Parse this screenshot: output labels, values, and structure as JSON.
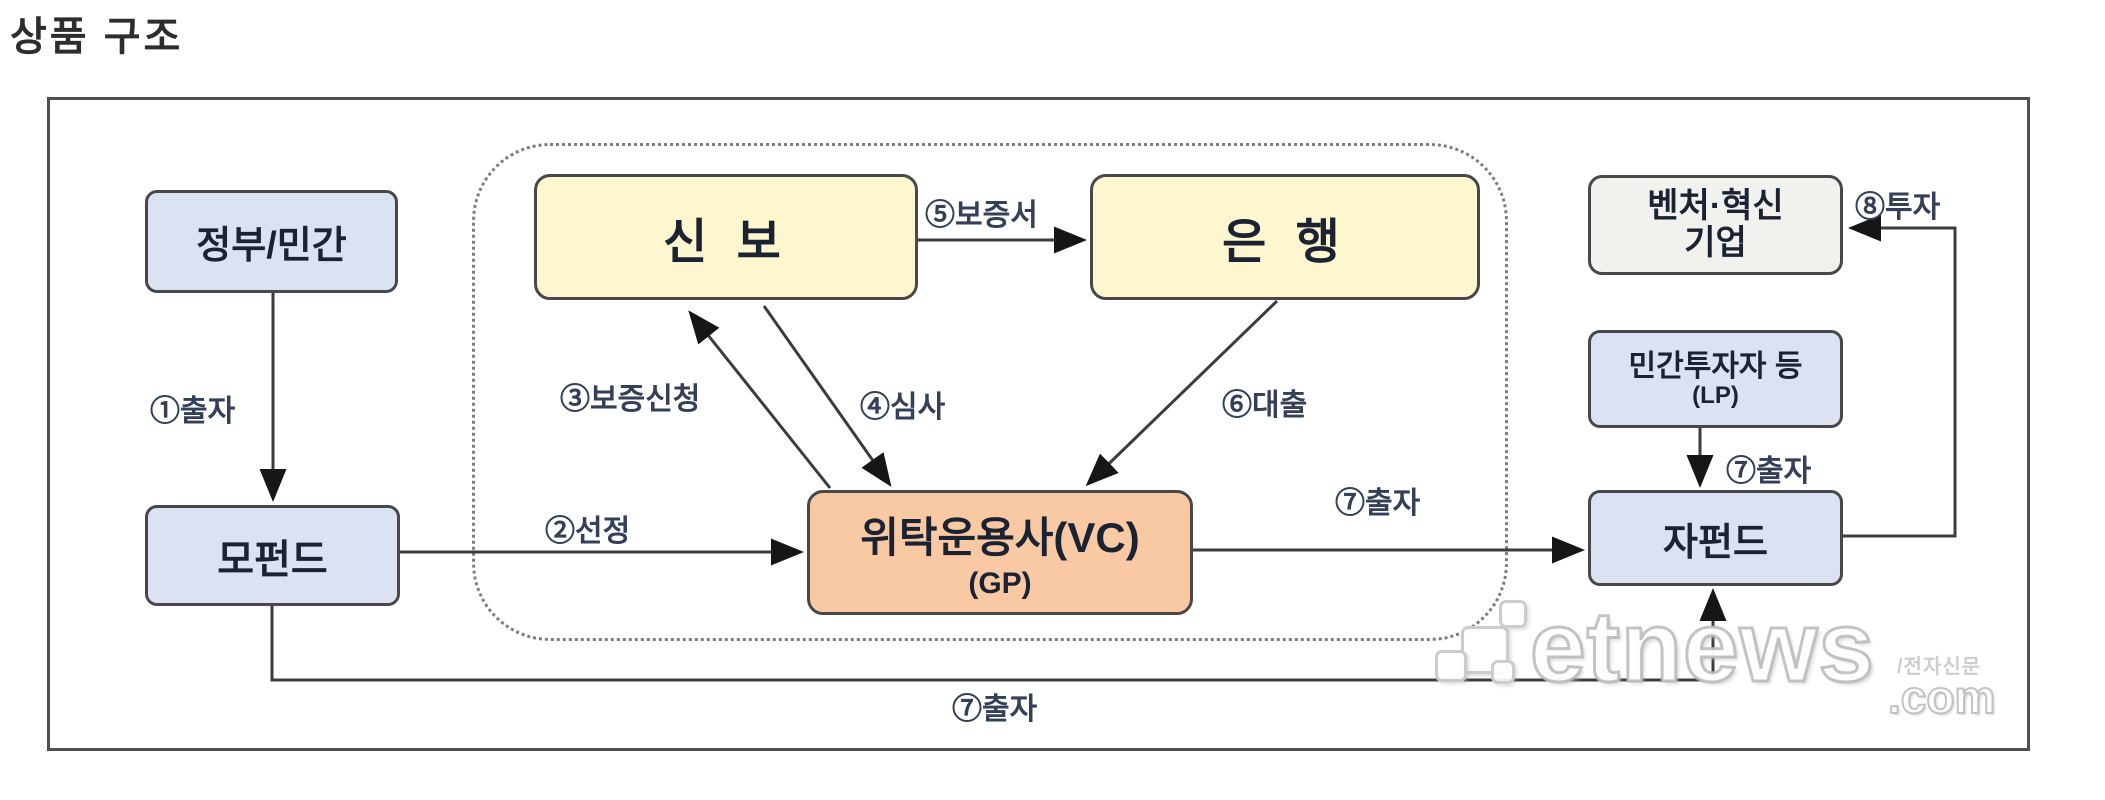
{
  "diagram": {
    "title": "상품 구조",
    "nodes": {
      "gov": {
        "label": "정부/민간"
      },
      "mother": {
        "label": "모펀드"
      },
      "shinbo": {
        "label": "신 보"
      },
      "bank": {
        "label": "은 행"
      },
      "vc": {
        "label": "위탁운용사(VC)",
        "sublabel": "(GP)"
      },
      "venture": {
        "label": "벤처·혁신",
        "label2": "기업"
      },
      "lp": {
        "label": "민간투자자 등",
        "sublabel": "(LP)"
      },
      "child": {
        "label": "자펀드"
      }
    },
    "edges": {
      "e1_gov_mother": {
        "label": "①출자"
      },
      "e2_mother_vc": {
        "label": "②선정"
      },
      "e3_vc_shinbo": {
        "label": "③보증신청"
      },
      "e4_shinbo_vc": {
        "label": "④심사"
      },
      "e5_shinbo_bank": {
        "label": "⑤보증서"
      },
      "e6_bank_vc": {
        "label": "⑥대출"
      },
      "e7_vc_child": {
        "label": "⑦출자"
      },
      "e7_lp_child": {
        "label": "⑦출자"
      },
      "e7_mother_child": {
        "label": "⑦출자"
      },
      "e8_child_venture": {
        "label": "⑧투자"
      }
    },
    "colors": {
      "box_blue": "#dbe3f3",
      "box_yellow": "#fdf6cf",
      "box_salmon": "#f9c9a3",
      "box_gray": "#f1f1ee",
      "line": "#3c3c3c",
      "border": "#484848",
      "label_text": "#343f58",
      "box_text": "#1b2232"
    },
    "watermark": {
      "brand": "etnews",
      "tld": ".com",
      "tagline": "/전자신문"
    }
  }
}
